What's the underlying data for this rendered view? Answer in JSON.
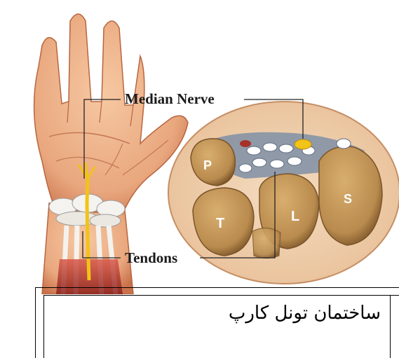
{
  "labels": {
    "median_nerve": "Median Nerve",
    "tendons": "Tendons"
  },
  "bones": {
    "p": "P",
    "t": "T",
    "l": "L",
    "s": "S"
  },
  "caption": {
    "text": "ساختمان تونل کارپ"
  },
  "colors": {
    "skin": "#e9a77e",
    "skin_shadow": "#c8714a",
    "bone": "#b98b4e",
    "bone_dark": "#8a5f2e",
    "nerve": "#f2c318",
    "tendon": "#f3f1ec",
    "ligament": "#7f8fa6",
    "muscle": "#a8322a"
  }
}
